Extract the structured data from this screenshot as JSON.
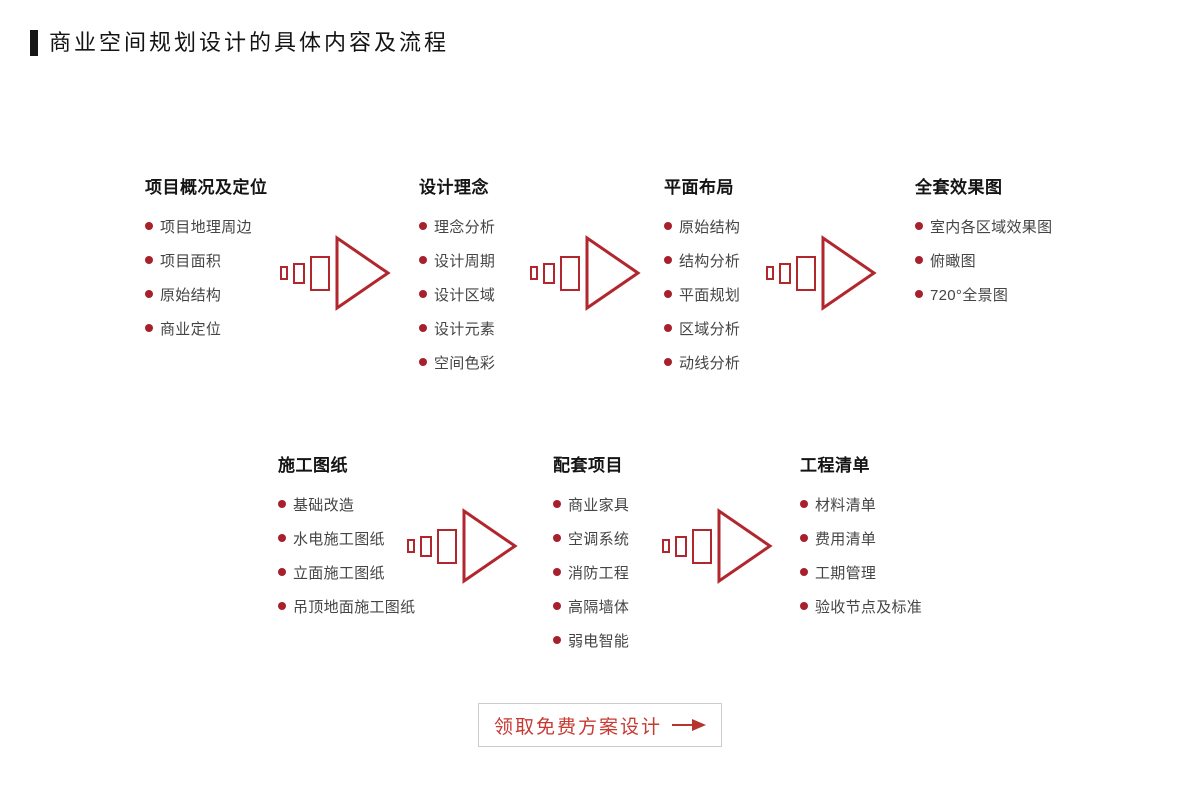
{
  "page": {
    "title": "商业空间规划设计的具体内容及流程"
  },
  "colors": {
    "accent_red": "#b2262e",
    "bullet_red": "#a6212b",
    "title_black": "#141414",
    "item_gray": "#454545",
    "cta_text_red": "#c83a31",
    "cta_border_gray": "#cccccc"
  },
  "stages": [
    {
      "title": "项目概况及定位",
      "items": [
        "项目地理周边",
        "项目面积",
        "原始结构",
        "商业定位"
      ]
    },
    {
      "title": "设计理念",
      "items": [
        "理念分析",
        "设计周期",
        "设计区域",
        "设计元素",
        "空间色彩"
      ]
    },
    {
      "title": "平面布局",
      "items": [
        "原始结构",
        "结构分析",
        "平面规划",
        "区域分析",
        "动线分析"
      ]
    },
    {
      "title": "全套效果图",
      "items": [
        "室内各区域效果图",
        "俯瞰图",
        "720°全景图"
      ]
    },
    {
      "title": "施工图纸",
      "items": [
        "基础改造",
        "水电施工图纸",
        "立面施工图纸",
        "吊顶地面施工图纸"
      ]
    },
    {
      "title": "配套项目",
      "items": [
        "商业家具",
        "空调系统",
        "消防工程",
        "高隔墙体",
        "弱电智能"
      ]
    },
    {
      "title": "工程清单",
      "items": [
        "材料清单",
        "费用清单",
        "工期管理",
        "验收节点及标准"
      ]
    }
  ],
  "cta": {
    "label": "领取免费方案设计"
  }
}
